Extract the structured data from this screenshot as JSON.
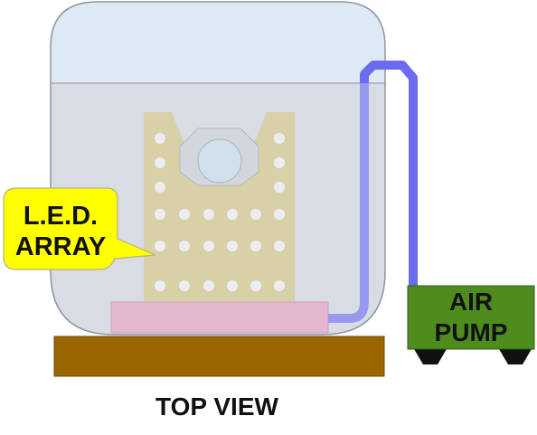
{
  "callout": {
    "line1": "L.E.D.",
    "line2": "ARRAY",
    "fill_color": "#ffff00"
  },
  "pump": {
    "line1": "AIR",
    "line2": "PUMP",
    "fill_color": "#4e8c1e"
  },
  "caption": "TOP VIEW",
  "colors": {
    "tank_air": "#dde9f5",
    "tank_water": "#d8dde5",
    "led_board": "#d8d1a8",
    "base_strip": "#e3b7cf",
    "stand": "#9b6500",
    "air_tube": "#6b6bf0",
    "led_dot": "#ecedf2"
  },
  "led_board": {
    "rows": 6,
    "dot_columns": [
      "left-edge",
      "center",
      "right-edge"
    ]
  }
}
